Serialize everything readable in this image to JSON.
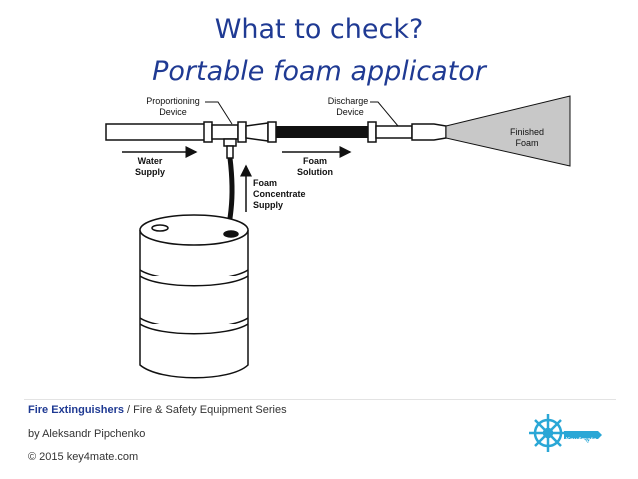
{
  "slide": {
    "title": "What to check?",
    "subtitle": "Portable foam applicator"
  },
  "diagram": {
    "labels": {
      "proportioning_1": "Proportioning",
      "proportioning_2": "Device",
      "discharge_1": "Discharge",
      "discharge_2": "Device",
      "finished_1": "Finished",
      "finished_2": "Foam",
      "water_1": "Water",
      "water_2": "Supply",
      "solution_1": "Foam",
      "solution_2": "Solution",
      "concentrate_1": "Foam",
      "concentrate_2": "Concentrate",
      "concentrate_3": "Supply"
    }
  },
  "footer": {
    "series_bold": "Fire Extinguishers",
    "series_rest": " / Fire & Safety Equipment Series",
    "author": "by Aleksandr Pipchenko",
    "copyright": "© 2015 key4mate.com",
    "logo_text": "Key4mate"
  },
  "colors": {
    "title": "#1f3a93",
    "foam_fill": "#c8c8c8",
    "logo": "#2aa7d6"
  }
}
